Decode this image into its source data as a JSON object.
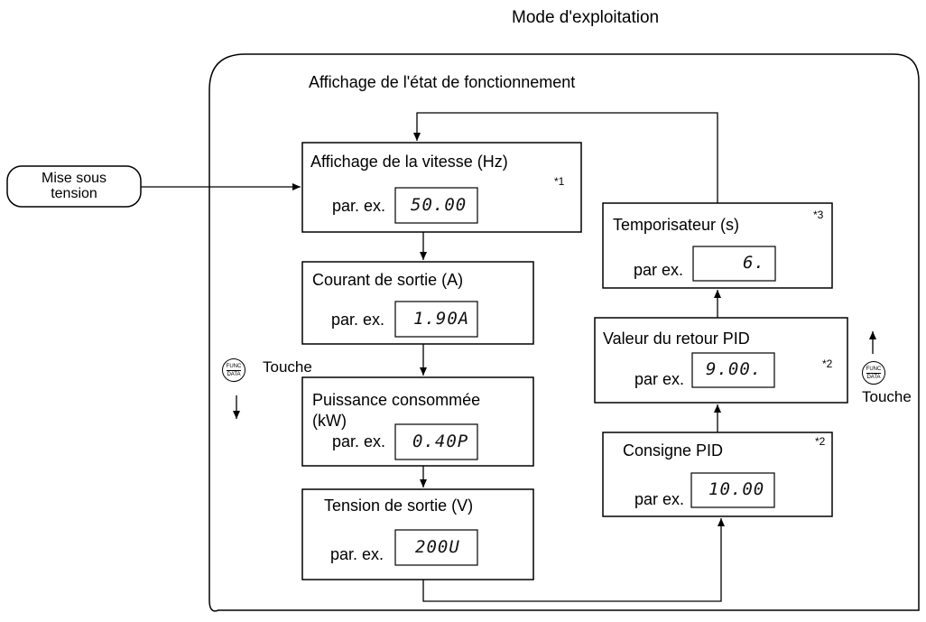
{
  "title": "Mode d'exploitation",
  "subtitle": "Affichage de l'état de fonctionnement",
  "power_on": "Mise sous tension",
  "key_face": {
    "top": "FUNC",
    "bottom": "DATA"
  },
  "key_label": "Touche",
  "boxes": {
    "speed": {
      "title": "Affichage de la vitesse (Hz)",
      "example_prefix": "par. ex.",
      "display": "50.00",
      "note": "*1"
    },
    "current": {
      "title": "Courant de sortie (A)",
      "example_prefix": "par. ex.",
      "display": "1.90A"
    },
    "power": {
      "title_line1": "Puissance consommée",
      "title_line2": "(kW)",
      "example_prefix": "par. ex.",
      "display": "0.40P"
    },
    "voltage": {
      "title": "Tension de sortie (V)",
      "example_prefix": "par. ex.",
      "display": "200U"
    },
    "pid_setpoint": {
      "title": "Consigne PID",
      "example_prefix": "par ex.",
      "display": "10.00",
      "note": "*2"
    },
    "pid_feedback": {
      "title": "Valeur du retour PID",
      "example_prefix": "par ex.",
      "display": "9.00.",
      "note": "*2"
    },
    "timer": {
      "title": "Temporisateur (s)",
      "example_prefix": "par ex.",
      "display": "6.",
      "note": "*3"
    }
  }
}
